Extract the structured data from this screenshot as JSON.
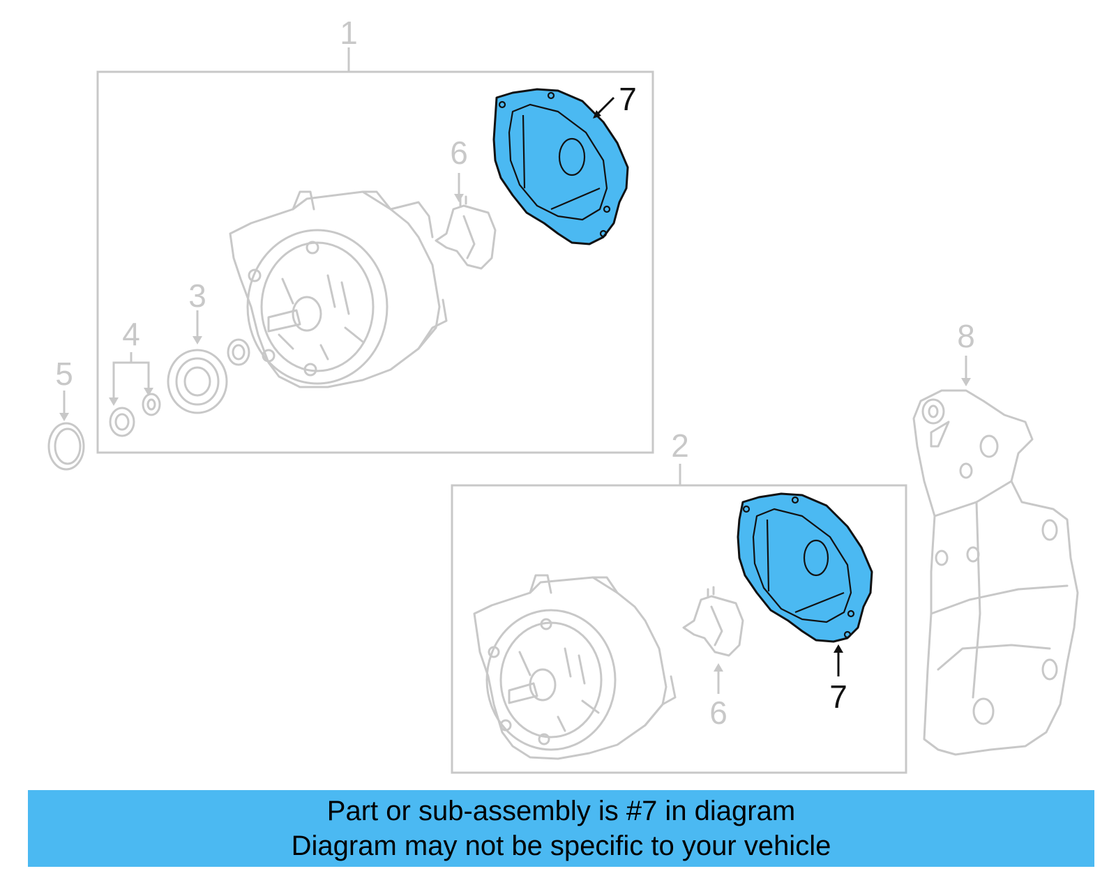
{
  "callouts": {
    "n1": "1",
    "n2": "2",
    "n3": "3",
    "n4": "4",
    "n5": "5",
    "n6_top": "6",
    "n6_bottom": "6",
    "n7_top": "7",
    "n7_bottom": "7",
    "n8": "8"
  },
  "highlight_part": "7",
  "colors": {
    "highlight": "#4bb9f2",
    "ghost_lines": "#c8c8c8",
    "outline": "#111111"
  },
  "banner": {
    "line1": "Part or sub-assembly is #7 in diagram",
    "line2": "Diagram may not be specific to your vehicle"
  }
}
